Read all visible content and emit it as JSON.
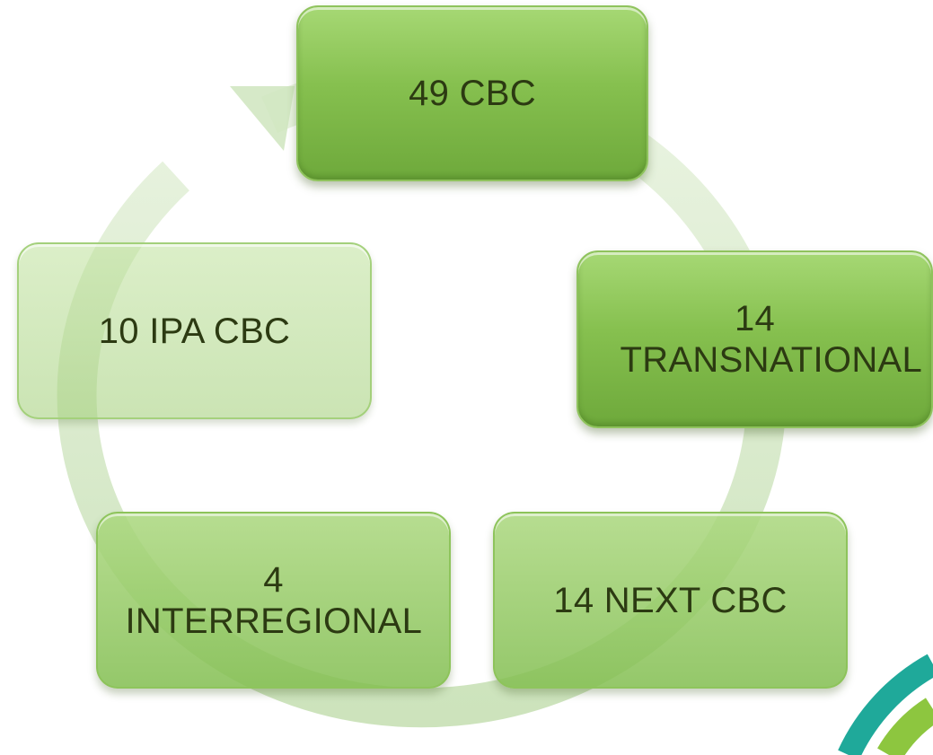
{
  "diagram": {
    "type": "cycle",
    "colors": {
      "box_strong": "#86c04f",
      "box_soft": "#b9e09a",
      "ring": "#c9e3b6",
      "text": "#2c3a12",
      "logo_teal": "#1fa99a",
      "logo_green": "#8dc63f"
    },
    "nodes": [
      {
        "id": "top",
        "label": "49 CBC"
      },
      {
        "id": "right",
        "label": "14 TRANSNATIONAL"
      },
      {
        "id": "bottom-right",
        "label": "14 NEXT CBC"
      },
      {
        "id": "bottom-left",
        "label": "4 INTERREGIONAL"
      },
      {
        "id": "left",
        "label": "10 IPA CBC"
      }
    ]
  }
}
